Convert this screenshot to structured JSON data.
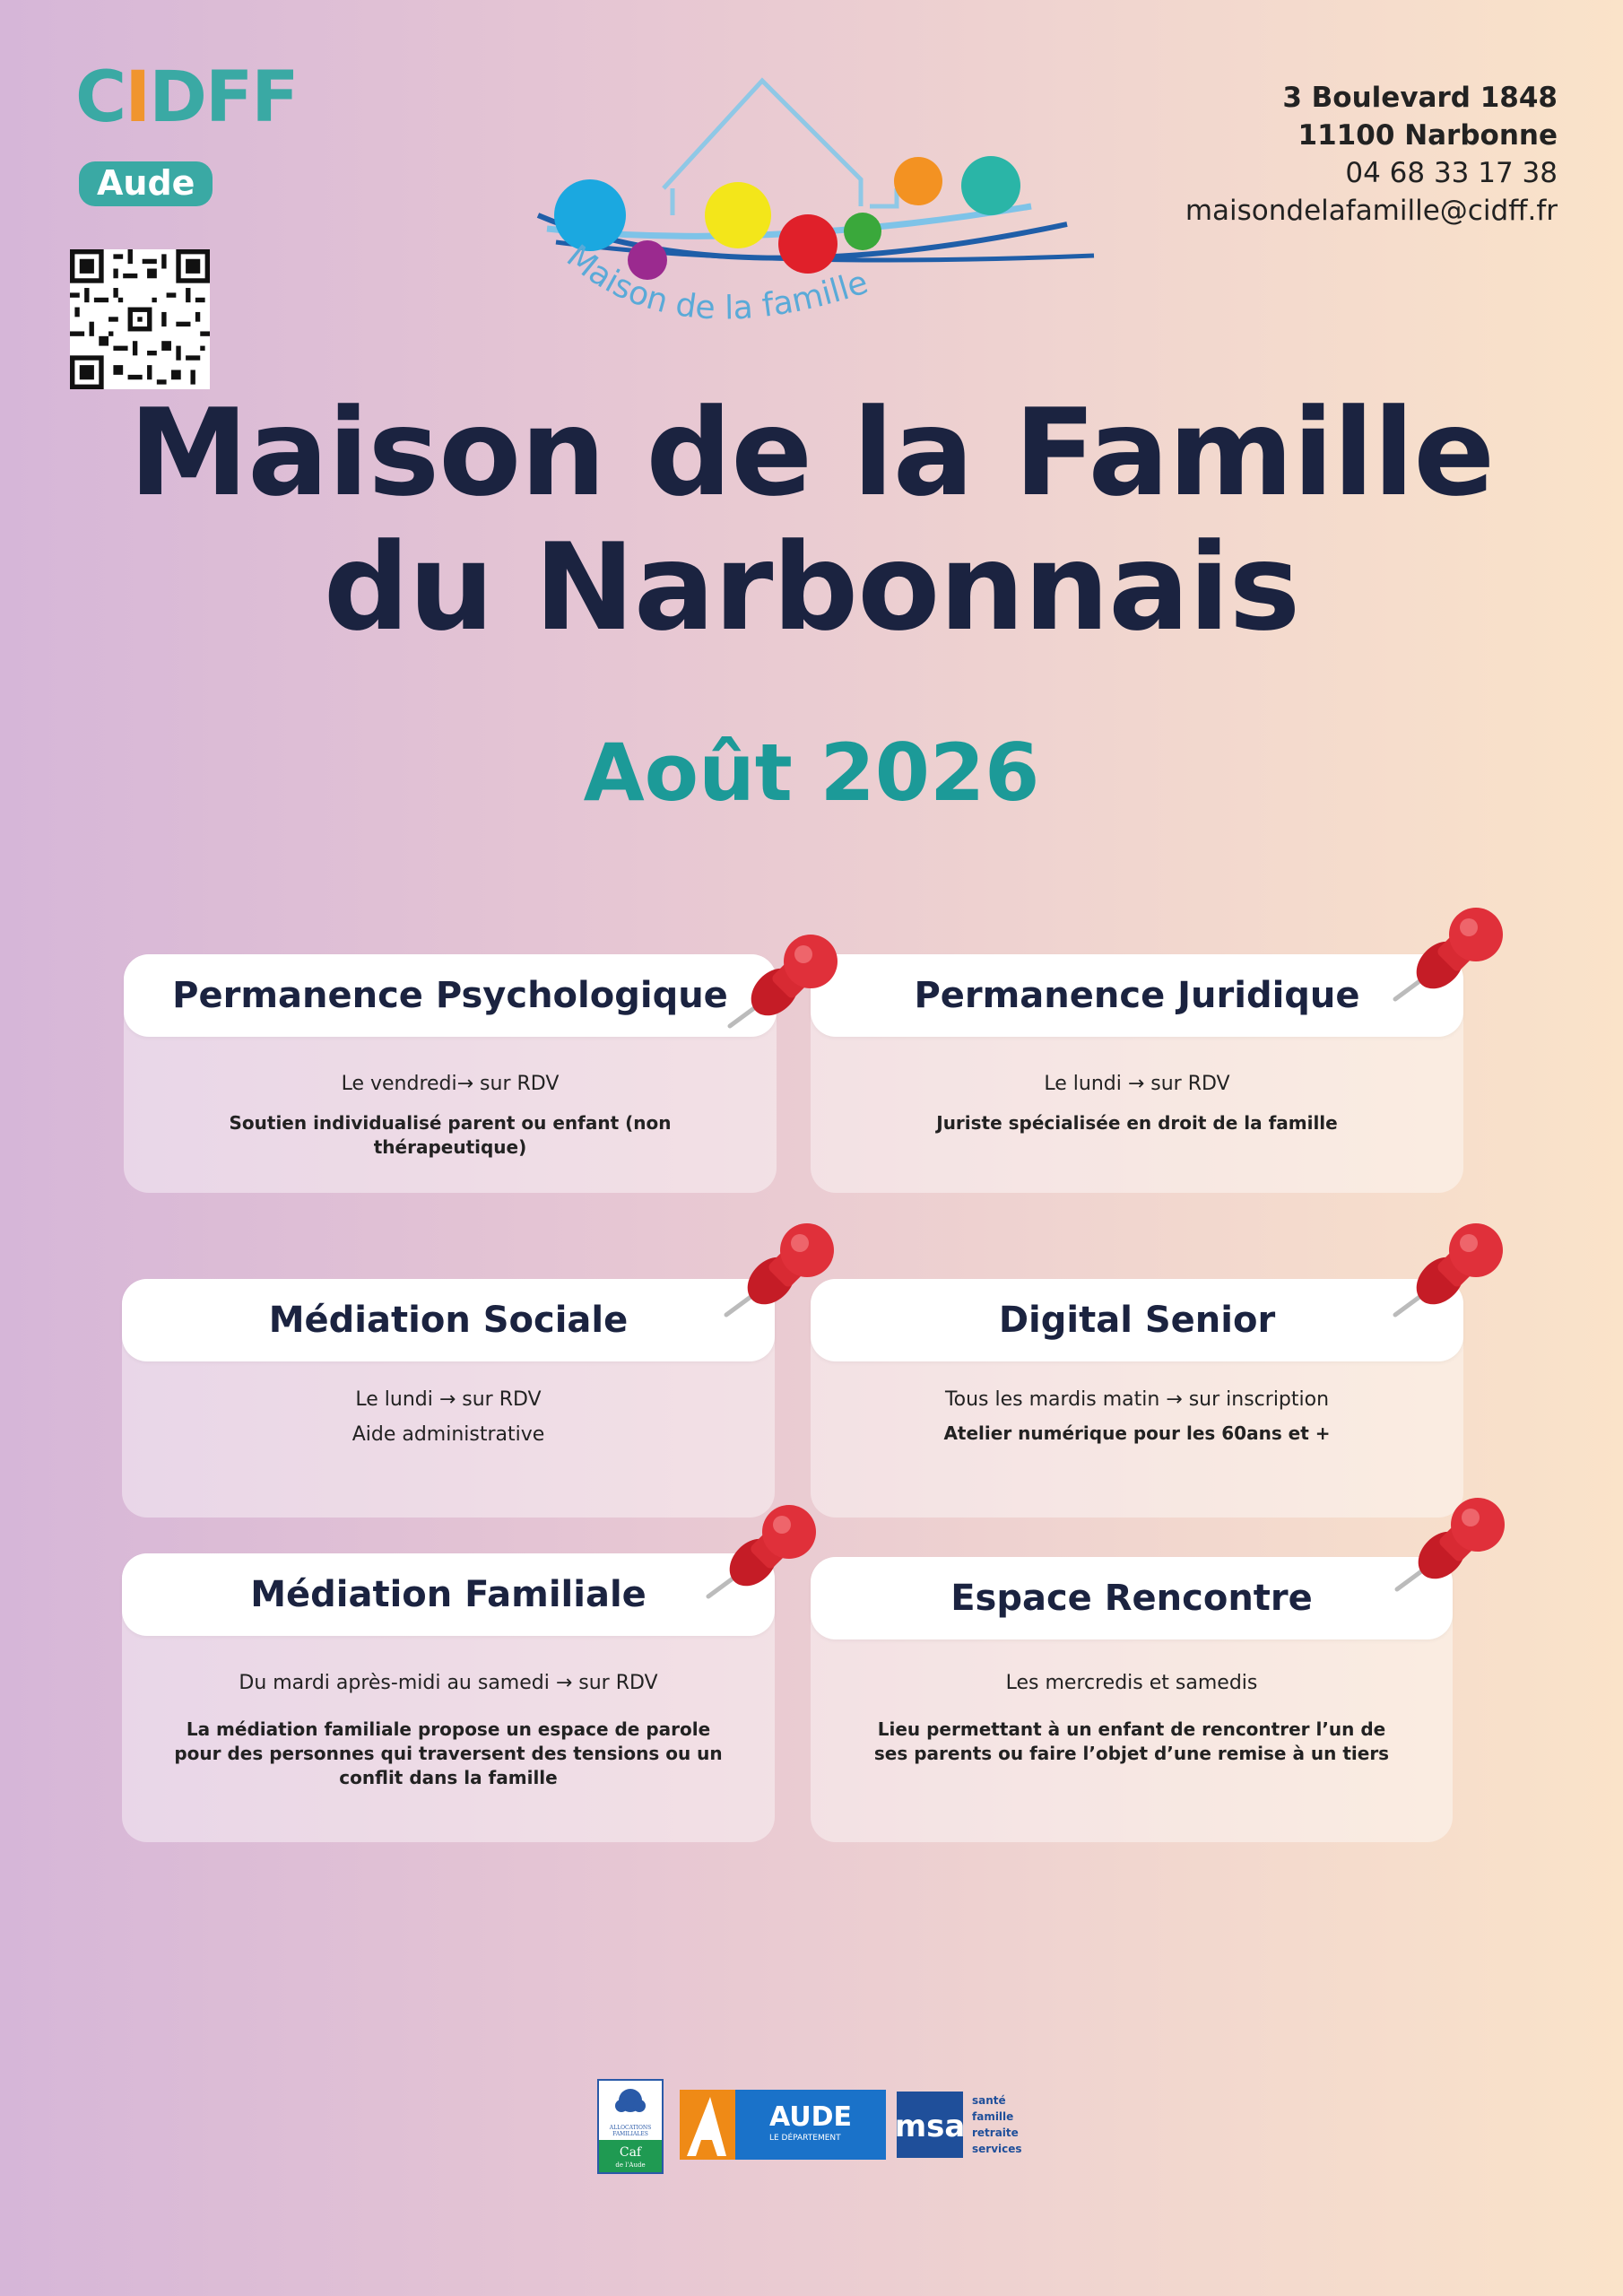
{
  "header": {
    "org_logo": {
      "name": "CIDFF",
      "sub": "Aude"
    },
    "house_logo_text": "Maison de la famille",
    "address": {
      "line1": "3 Boulevard 1848",
      "line2": "11100 Narbonne",
      "phone": "04 68 33 17 38",
      "email": "maisondelafamille@cidff.fr"
    }
  },
  "title": {
    "line1": "Maison de la Famille",
    "line2": "du Narbonnais"
  },
  "month": "Août 2026",
  "cards": [
    {
      "title": "Permanence Psychologique",
      "schedule": "Le vendredi→ sur RDV",
      "description": "Soutien individualisé parent ou enfant (non thérapeutique)"
    },
    {
      "title": "Permanence Juridique",
      "schedule": "Le lundi  → sur RDV",
      "description": "Juriste spécialisée en droit de la famille"
    },
    {
      "title": "Médiation Sociale",
      "schedule": "Le lundi  → sur RDV",
      "description": "Aide administrative"
    },
    {
      "title": "Digital Senior",
      "schedule": "Tous les mardis matin → sur inscription",
      "description": "Atelier numérique pour les 60ans et +"
    },
    {
      "title": "Médiation Familiale",
      "schedule": "Du mardi après-midi au samedi  → sur RDV",
      "description": "La médiation familiale propose un espace de parole pour des personnes qui traversent des tensions ou un conflit dans la famille"
    },
    {
      "title": "Espace Rencontre",
      "schedule": "Les mercredis et samedis",
      "description": "Lieu permettant à un enfant de rencontrer l’un de ses parents ou faire l’objet d’une remise à un tiers"
    }
  ],
  "footer": {
    "caf": {
      "line1": "ALLOCATIONS",
      "line2": "FAMILIALES",
      "line3": "Caf",
      "line4": "de l'Aude"
    },
    "aude": {
      "name": "AUDE",
      "sub": "LE DÉPARTEMENT"
    },
    "msa": {
      "name": "msa",
      "tags": [
        "santé",
        "famille",
        "retraite",
        "services"
      ]
    }
  },
  "colors": {
    "navy": "#1b2340",
    "teal": "#1c9a98",
    "pin_red": "#d81f2a"
  }
}
